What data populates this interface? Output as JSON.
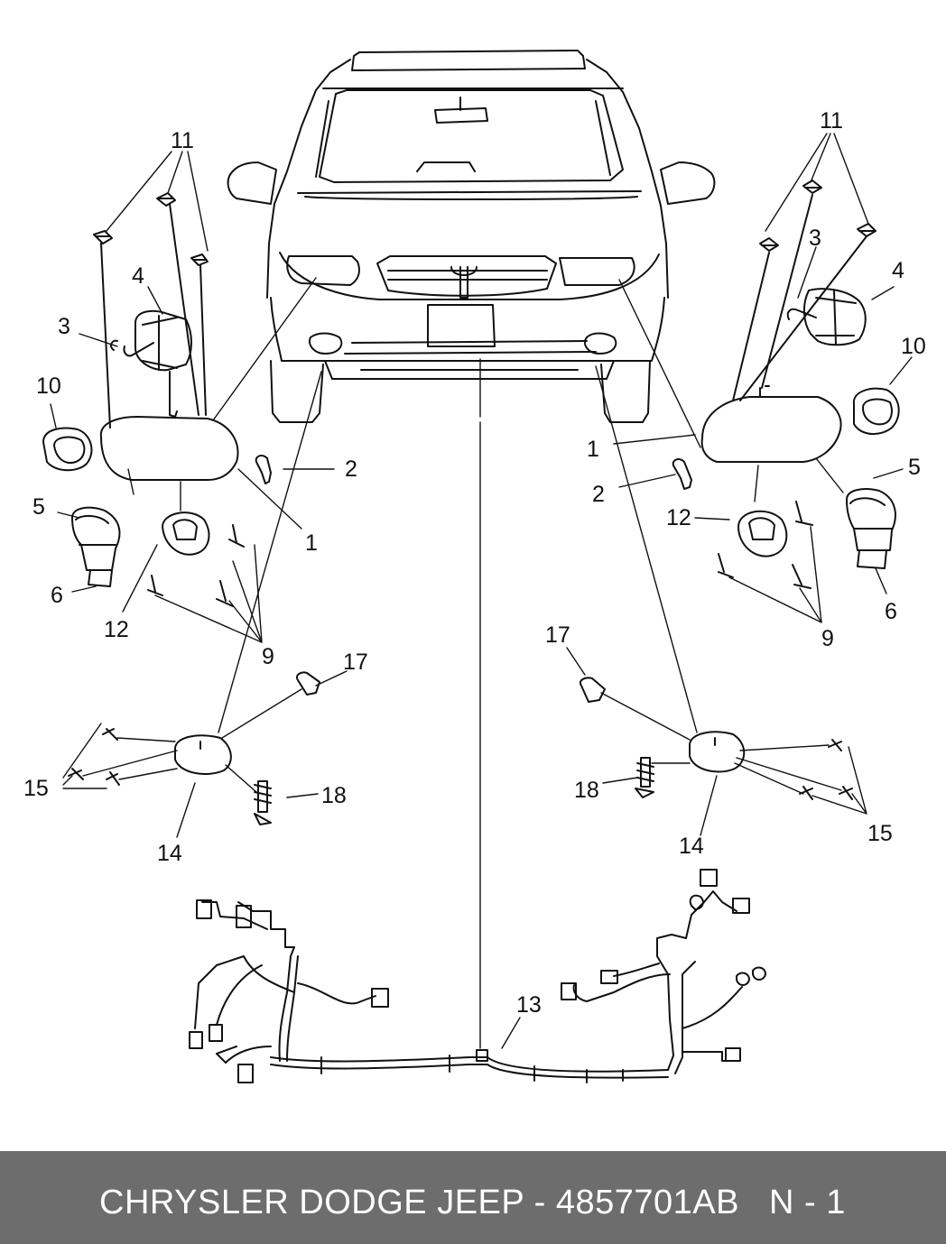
{
  "callouts": {
    "l11": "11",
    "l4": "4",
    "l3": "3",
    "l10": "10",
    "l5": "5",
    "l6": "6",
    "l12": "12",
    "l2": "2",
    "l1": "1",
    "l9": "9",
    "l17": "17",
    "l15": "15",
    "l14": "14",
    "l18": "18",
    "r11": "11",
    "r3": "3",
    "r4": "4",
    "r10": "10",
    "r1": "1",
    "r5": "5",
    "r2": "2",
    "r12": "12",
    "r6": "6",
    "r9": "9",
    "r17": "17",
    "r18": "18",
    "r15": "15",
    "r14": "14",
    "c13": "13"
  },
  "footer": {
    "title": "CHRYSLER DODGE JEEP - 4857701AB",
    "page": "N - 1"
  },
  "colors": {
    "line": "#111111",
    "footer_bg": "#6d6d6d",
    "footer_text": "#ffffff"
  }
}
